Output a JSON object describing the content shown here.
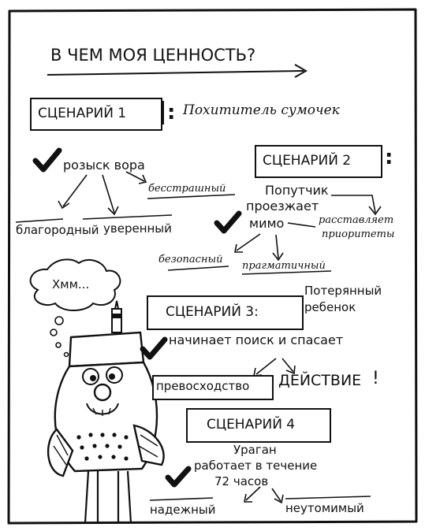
{
  "title": "В ЧЕМ МОЯ ЦЕННОСТЬ?",
  "scenario1": {
    "label": "СЦЕНАРИЙ 1",
    "colon": ":",
    "description": "Похититель сумочек",
    "action": "розыск вора",
    "traits": [
      "бесстрашный",
      "благородный",
      "уверенный"
    ]
  },
  "scenario2": {
    "label": "СЦЕНАРИЙ 2",
    "colon": ":",
    "description_lines": [
      "Попутчик",
      "проезжает",
      "мимо"
    ],
    "prioritizes_lines": [
      "расставляет",
      "приоритеты"
    ],
    "traits": [
      "безопасный",
      "прагматичный"
    ]
  },
  "thought": "Хмм...",
  "scenario3": {
    "label": "СЦЕНАРИЙ 3:",
    "description_lines": [
      "Потерянный",
      "ребенок"
    ],
    "action": "начинает поиск и спасает",
    "traits": [
      "превосходство",
      "ДЕЙСТВИЕ"
    ],
    "exclaim": "!"
  },
  "scenario4": {
    "label": "СЦЕНАРИЙ 4",
    "description_lines": [
      "Ураган",
      "работает в течение",
      "72 часов"
    ],
    "traits": [
      "надежный",
      "неутомимый"
    ]
  }
}
